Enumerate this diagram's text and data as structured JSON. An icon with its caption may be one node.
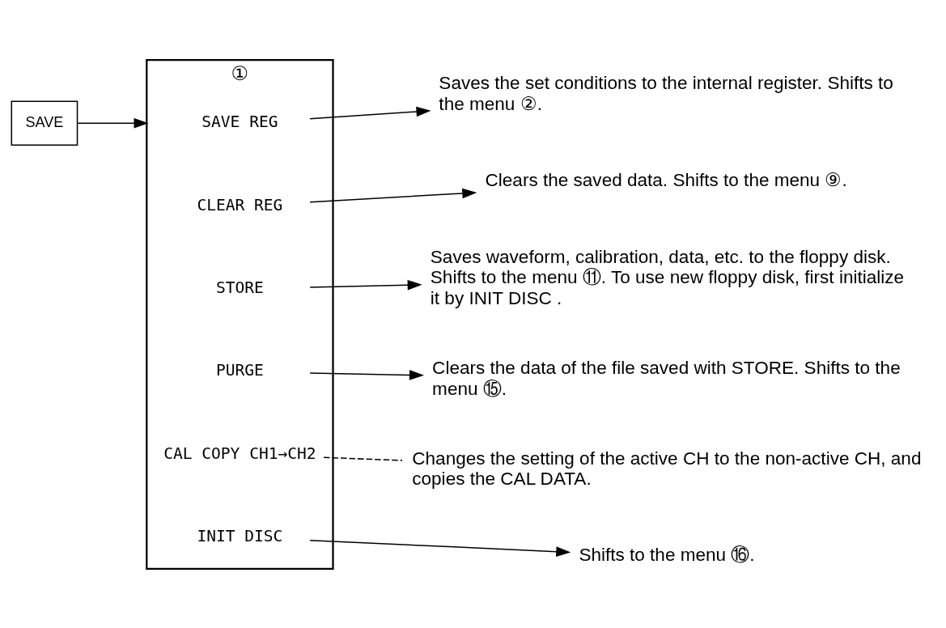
{
  "diagram": {
    "nodes": [
      {
        "text": [
          "SAVE"
        ]
      },
      {
        "text": [
          "①"
        ]
      },
      {
        "text": [
          "SAVE REG"
        ],
        "in": 1
      },
      {
        "text": [
          "CLEAR REG"
        ],
        "in": 1
      },
      {
        "text": [
          "STORE"
        ],
        "in": 1
      },
      {
        "text": [
          "PURGE"
        ],
        "in": 1
      },
      {
        "text": [
          "CAL COPY CH1→CH2"
        ],
        "in": 1
      },
      {
        "text": [
          "INIT DISC"
        ],
        "in": 1
      },
      {
        "text": [
          "Saves the set conditions to the internal register. Shifts to the menu ②."
        ]
      },
      {
        "text": [
          "Clears the saved data. Shifts to the menu ⑨."
        ]
      },
      {
        "text": [
          "Saves waveform, calibration, data, etc. to the floppy disk. Shifts to the menu ⑪. To use new floppy disk, first initialize it by INIT DISC ."
        ]
      },
      {
        "text": [
          "Clears the data of the file saved with STORE. Shifts to the menu ⑮."
        ]
      },
      {
        "text": [
          "Changes the setting of the active CH to the non-active CH, and copies the CAL DATA."
        ]
      },
      {
        "text": [
          "Shifts to the menu ⑯."
        ]
      }
    ],
    "edges": [
      {
        "from": 0,
        "to": 1,
        "arrow": "to"
      },
      {
        "from": 2,
        "to": 8,
        "arrow": "to"
      },
      {
        "from": 3,
        "to": 9,
        "arrow": "to"
      },
      {
        "from": 4,
        "to": 10,
        "arrow": "to"
      },
      {
        "from": 5,
        "to": 11,
        "arrow": "to"
      },
      {
        "from": 6,
        "to": 12,
        "arrow": "none",
        "style": "dashed"
      },
      {
        "from": 7,
        "to": 13,
        "arrow": "to"
      }
    ]
  }
}
